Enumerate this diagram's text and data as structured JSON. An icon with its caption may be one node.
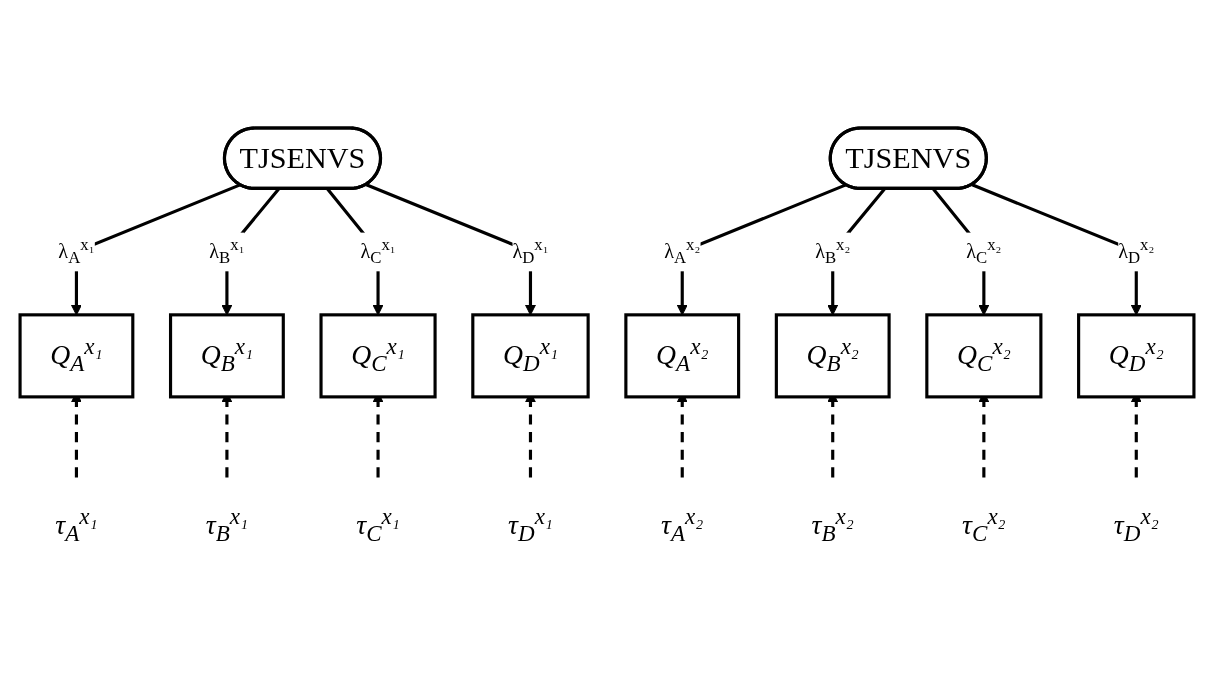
{
  "diagram": {
    "nodes": [
      {
        "text": [
          "TJSENVS"
        ]
      },
      {
        "text": [
          "Q$_{A}$$^{x₁}$"
        ]
      },
      {
        "text": [
          "Q$_{B}$$^{x₁}$"
        ]
      },
      {
        "text": [
          "Q$_{C}$$^{x₁}$"
        ]
      },
      {
        "text": [
          "Q$_{D}$$^{x₁}$"
        ]
      },
      {
        "text": [
          "TJSENVS"
        ]
      },
      {
        "text": [
          "Q$_{A}$$^{x₂}$"
        ]
      },
      {
        "text": [
          "Q$_{B}$$^{x₂}$"
        ]
      },
      {
        "text": [
          "Q$_{C}$$^{x₂}$"
        ]
      },
      {
        "text": [
          "Q$_{D}$$^{x₂}$"
        ]
      },
      {
        "text": [
          "τ$_{A}$$^{x₁}$"
        ]
      },
      {
        "text": [
          "τ$_{B}$$^{x₁}$"
        ]
      },
      {
        "text": [
          "τ$_{C}$$^{x₁}$"
        ]
      },
      {
        "text": [
          "τ$_{D}$$^{x₁}$"
        ]
      },
      {
        "text": [
          "τ$_{A}$$^{x₂}$"
        ]
      },
      {
        "text": [
          "τ$_{B}$$^{x₂}$"
        ]
      },
      {
        "text": [
          "τ$_{C}$$^{x₂}$"
        ]
      },
      {
        "text": [
          "τ$_{D}$$^{x₂}$"
        ]
      }
    ],
    "edges": [
      {
        "from": 0,
        "to": 1,
        "arrow": "to",
        "label": "λ$_{A}$$^{x₁}$"
      },
      {
        "from": 0,
        "to": 2,
        "arrow": "to",
        "label": "λ$_{B}$$^{x₁}$"
      },
      {
        "from": 0,
        "to": 3,
        "arrow": "to",
        "label": "λ$_{C}$$^{x₁}$"
      },
      {
        "from": 0,
        "to": 4,
        "arrow": "to",
        "label": "λ$_{D}$$^{x₁}$"
      },
      {
        "from": 5,
        "to": 6,
        "arrow": "to",
        "label": "λ$_{A}$$^{x₂}$"
      },
      {
        "from": 5,
        "to": 7,
        "arrow": "to",
        "label": "λ$_{B}$$^{x₂}$"
      },
      {
        "from": 5,
        "to": 8,
        "arrow": "to",
        "label": "λ$_{C}$$^{x₂}$"
      },
      {
        "from": 5,
        "to": 9,
        "arrow": "to",
        "label": "λ$_{D}$$^{x₂}$"
      },
      {
        "from": 10,
        "to": 1,
        "arrow": "to",
        "style": "dashed"
      },
      {
        "from": 11,
        "to": 2,
        "arrow": "to",
        "style": "dashed"
      },
      {
        "from": 12,
        "to": 3,
        "arrow": "to",
        "style": "dashed"
      },
      {
        "from": 13,
        "to": 4,
        "arrow": "to",
        "style": "dashed"
      },
      {
        "from": 14,
        "to": 6,
        "arrow": "to",
        "style": "dashed"
      },
      {
        "from": 15,
        "to": 7,
        "arrow": "to",
        "style": "dashed"
      },
      {
        "from": 16,
        "to": 8,
        "arrow": "to",
        "style": "dashed"
      },
      {
        "from": 17,
        "to": 9,
        "arrow": "to",
        "style": "dashed"
      }
    ]
  }
}
